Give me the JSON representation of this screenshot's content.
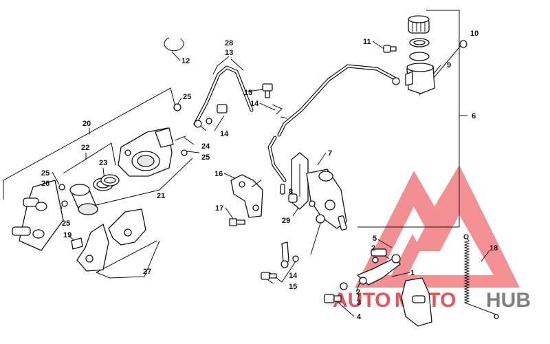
{
  "callouts": {
    "c1": "1",
    "c2a": "2",
    "c2b": "2",
    "c3": "3",
    "c4": "4",
    "c5": "5",
    "c6": "6",
    "c7": "7",
    "c8": "8",
    "c9": "9",
    "c10": "10",
    "c11": "11",
    "c12": "12",
    "c13": "13",
    "c14a": "14",
    "c14b": "14",
    "c14c": "14",
    "c15a": "15",
    "c15b": "15",
    "c16": "16",
    "c17": "17",
    "c18": "18",
    "c19": "19",
    "c20": "20",
    "c21": "21",
    "c22": "22",
    "c23": "23",
    "c24": "24",
    "c25a": "25",
    "c25b": "25",
    "c25c": "25",
    "c25d": "25",
    "c26": "26",
    "c27": "27",
    "c28": "28",
    "c29": "29"
  },
  "watermark": {
    "text_a": "AUTO",
    "text_b": "MOTO",
    "text_c": "HUB",
    "color_red": "#e8343a",
    "color_grey": "#6b6b6b"
  }
}
